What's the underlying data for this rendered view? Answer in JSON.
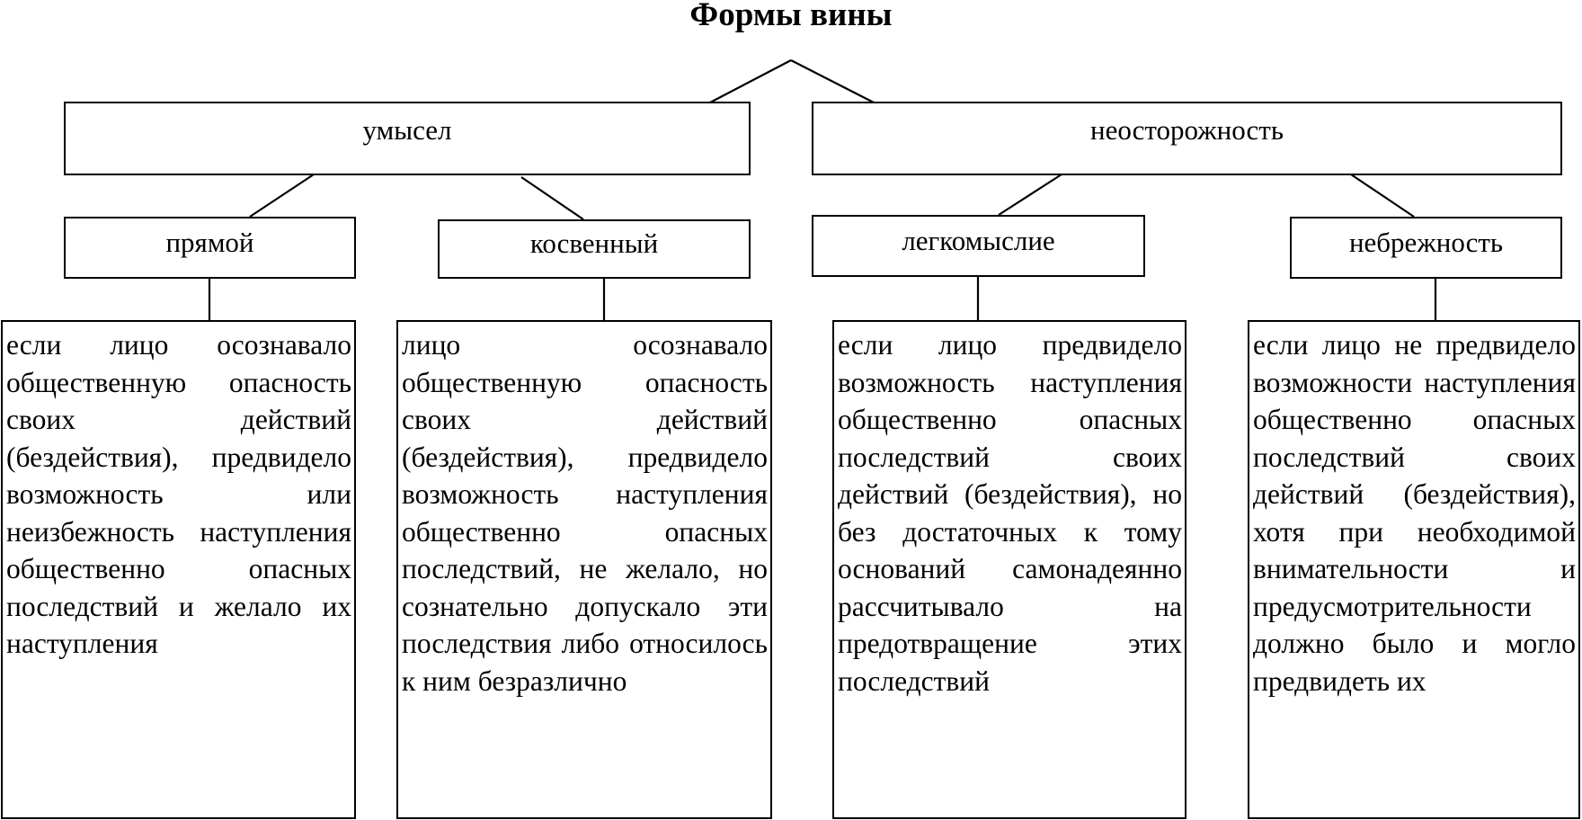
{
  "title": "Формы вины",
  "forms": [
    {
      "label": "умысел",
      "kinds": [
        {
          "label": "прямой",
          "description": "если лицо осознавало общественную опасность своих действий (бездействия), предвидело возможность или неизбежность наступления общественно опасных последствий и желало их наступления"
        },
        {
          "label": "косвенный",
          "description": "лицо осознавало общественную опасность своих действий (бездействия), предвидело возможность наступления общественно опасных последствий, не желало, но сознательно допускало эти последствия либо относилось к ним безразлично"
        }
      ]
    },
    {
      "label": "неосторожность",
      "kinds": [
        {
          "label": "легкомыслие",
          "description": "если лицо предвидело возможность наступления общественно опасных последствий своих действий (бездействия), но без достаточных к тому оснований самонадеянно рассчитывало на предотвращение этих последствий"
        },
        {
          "label": "небрежность",
          "description": "если лицо не предвидело возможности наступления общественно опасных последствий своих действий (бездействия), хотя при необходимой внимательности и предусмотрительности должно было и могло предвидеть их"
        }
      ]
    }
  ]
}
